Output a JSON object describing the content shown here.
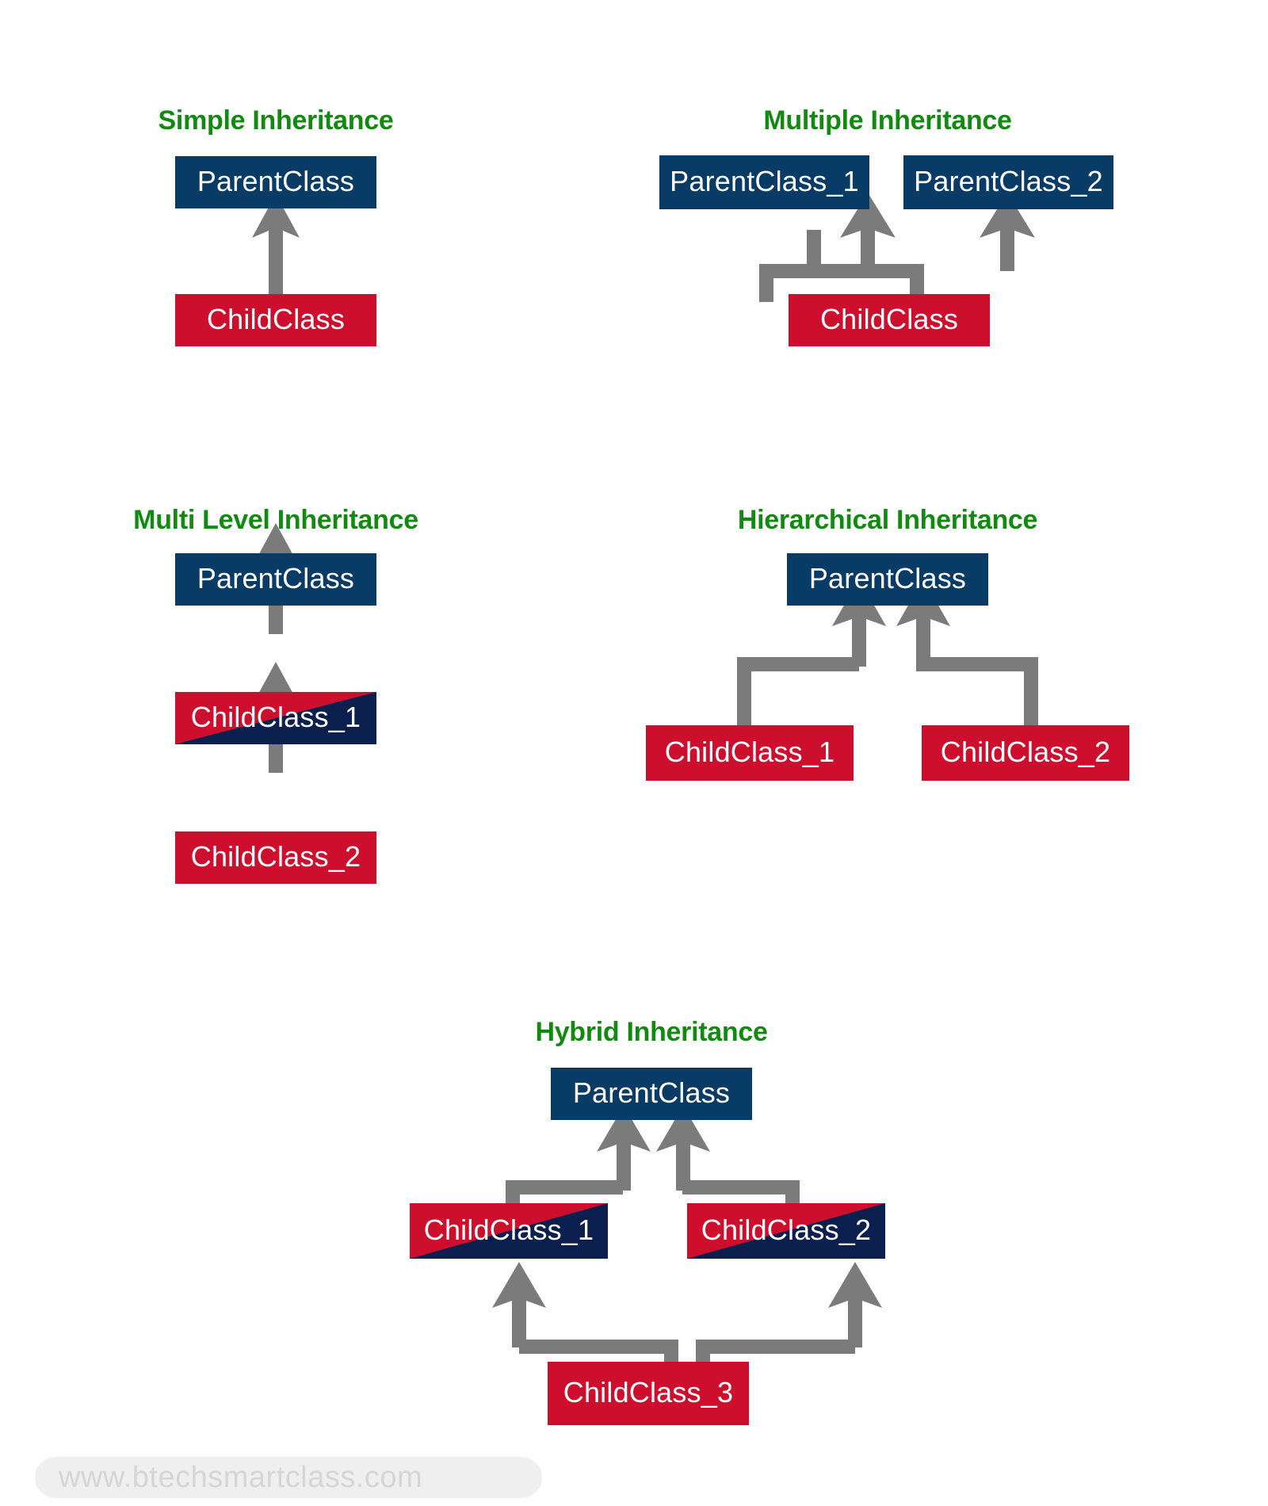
{
  "page": {
    "background": "#ffffff",
    "watermark": "www.btechsmartclass.com"
  },
  "colors": {
    "title_green": "#128a12",
    "parent_navy": "#083b66",
    "child_red": "#ce0e2d",
    "split_navy": "#0b1f4e",
    "arrow_gray": "#7b7b7b",
    "watermark_text": "#d6d6d6",
    "watermark_pill": "#efefef"
  },
  "sections": [
    {
      "id": "simple",
      "title": "Simple Inheritance",
      "nodes": [
        {
          "id": "simple-parent",
          "label": "ParentClass",
          "kind": "parent"
        },
        {
          "id": "simple-child",
          "label": "ChildClass",
          "kind": "child"
        }
      ],
      "edges": [
        {
          "from": "simple-child",
          "to": "simple-parent"
        }
      ]
    },
    {
      "id": "multiple",
      "title": "Multiple Inheritance",
      "nodes": [
        {
          "id": "multiple-parent-1",
          "label": "ParentClass_1",
          "kind": "parent"
        },
        {
          "id": "multiple-parent-2",
          "label": "ParentClass_2",
          "kind": "parent"
        },
        {
          "id": "multiple-child",
          "label": "ChildClass",
          "kind": "child"
        }
      ],
      "edges": [
        {
          "from": "multiple-child",
          "to": "multiple-parent-1"
        },
        {
          "from": "multiple-child",
          "to": "multiple-parent-2"
        }
      ]
    },
    {
      "id": "multilevel",
      "title": "Multi Level Inheritance",
      "nodes": [
        {
          "id": "multilevel-parent",
          "label": "ParentClass",
          "kind": "parent"
        },
        {
          "id": "multilevel-child-1",
          "label": "ChildClass_1",
          "kind": "split"
        },
        {
          "id": "multilevel-child-2",
          "label": "ChildClass_2",
          "kind": "child"
        }
      ],
      "edges": [
        {
          "from": "multilevel-child-1",
          "to": "multilevel-parent"
        },
        {
          "from": "multilevel-child-2",
          "to": "multilevel-child-1"
        }
      ]
    },
    {
      "id": "hierarchical",
      "title": "Hierarchical Inheritance",
      "nodes": [
        {
          "id": "hierarchical-parent",
          "label": "ParentClass",
          "kind": "parent"
        },
        {
          "id": "hierarchical-child-1",
          "label": "ChildClass_1",
          "kind": "child"
        },
        {
          "id": "hierarchical-child-2",
          "label": "ChildClass_2",
          "kind": "child"
        }
      ],
      "edges": [
        {
          "from": "hierarchical-child-1",
          "to": "hierarchical-parent"
        },
        {
          "from": "hierarchical-child-2",
          "to": "hierarchical-parent"
        }
      ]
    },
    {
      "id": "hybrid",
      "title": "Hybrid Inheritance",
      "nodes": [
        {
          "id": "hybrid-parent",
          "label": "ParentClass",
          "kind": "parent"
        },
        {
          "id": "hybrid-child-1",
          "label": "ChildClass_1",
          "kind": "split"
        },
        {
          "id": "hybrid-child-2",
          "label": "ChildClass_2",
          "kind": "split"
        },
        {
          "id": "hybrid-child-3",
          "label": "ChildClass_3",
          "kind": "child"
        }
      ],
      "edges": [
        {
          "from": "hybrid-child-1",
          "to": "hybrid-parent"
        },
        {
          "from": "hybrid-child-2",
          "to": "hybrid-parent"
        },
        {
          "from": "hybrid-child-3",
          "to": "hybrid-child-1"
        },
        {
          "from": "hybrid-child-3",
          "to": "hybrid-child-2"
        }
      ]
    }
  ]
}
